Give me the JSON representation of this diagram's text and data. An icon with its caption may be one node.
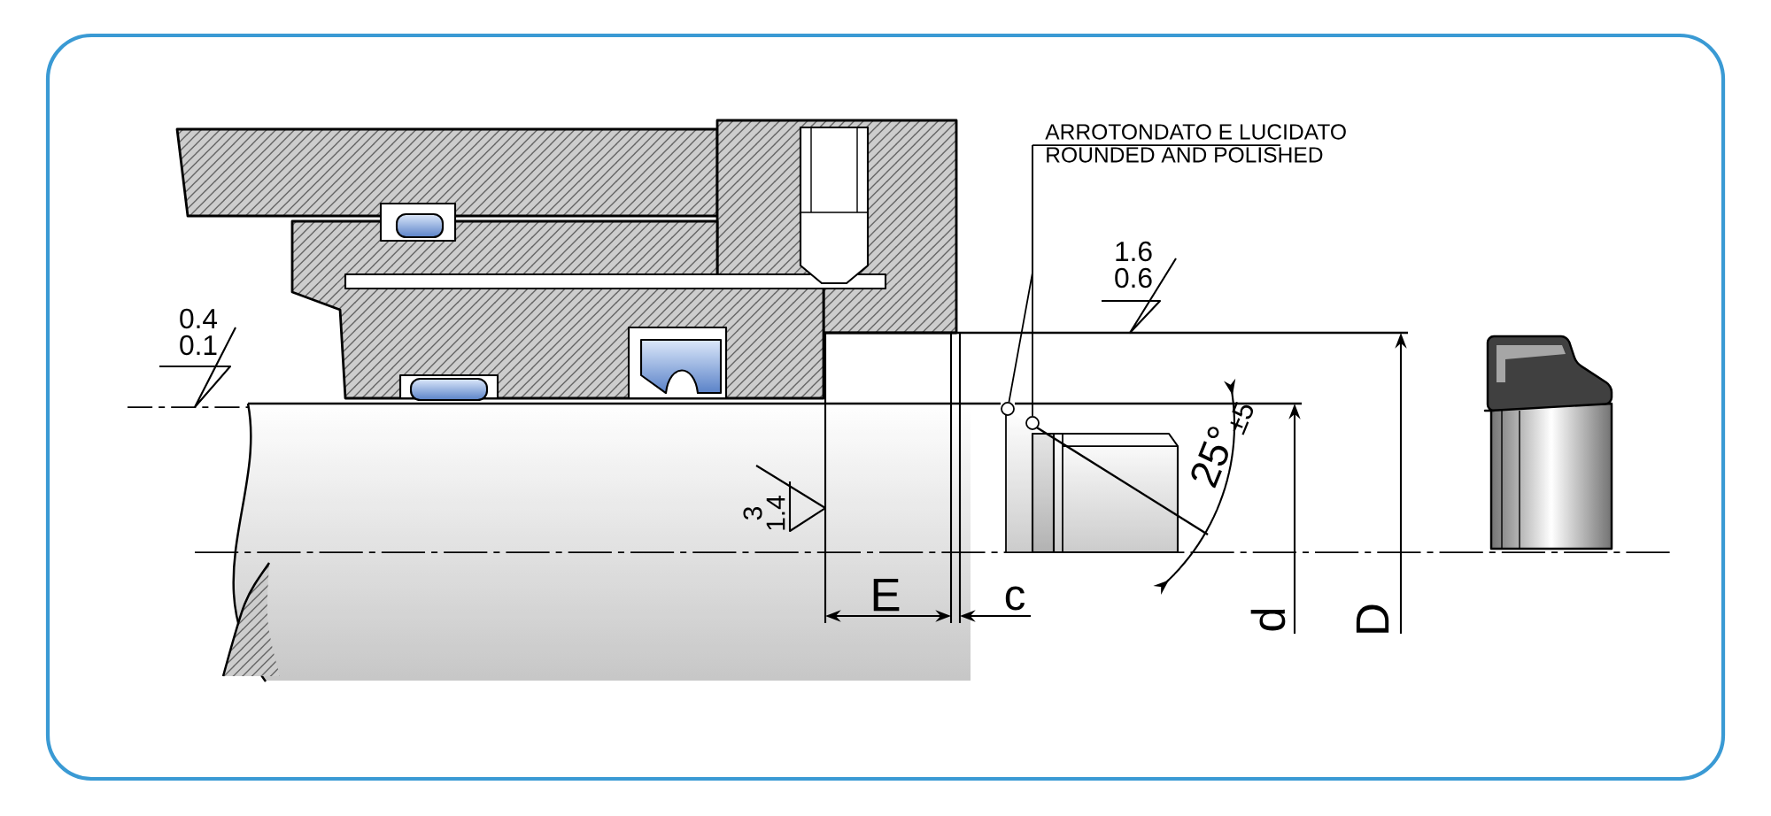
{
  "diagram": {
    "nodes": [
      {
        "text": [
          "ARROTONDATO E LUCIDATO",
          "ROUNDED AND POLISHED"
        ]
      },
      {
        "text": [],
        "shape": "circle"
      },
      {
        "text": [],
        "shape": "circle"
      }
    ],
    "edges": [
      {
        "from": 0,
        "to": 1,
        "arrow": "none"
      },
      {
        "from": 0,
        "to": 2,
        "arrow": "none"
      }
    ],
    "labels": [
      "0.4",
      "0.1",
      "1.6",
      "0.6",
      "3",
      "1.4",
      "25°$_{±5}$",
      "E",
      "c",
      "d",
      "D"
    ]
  }
}
